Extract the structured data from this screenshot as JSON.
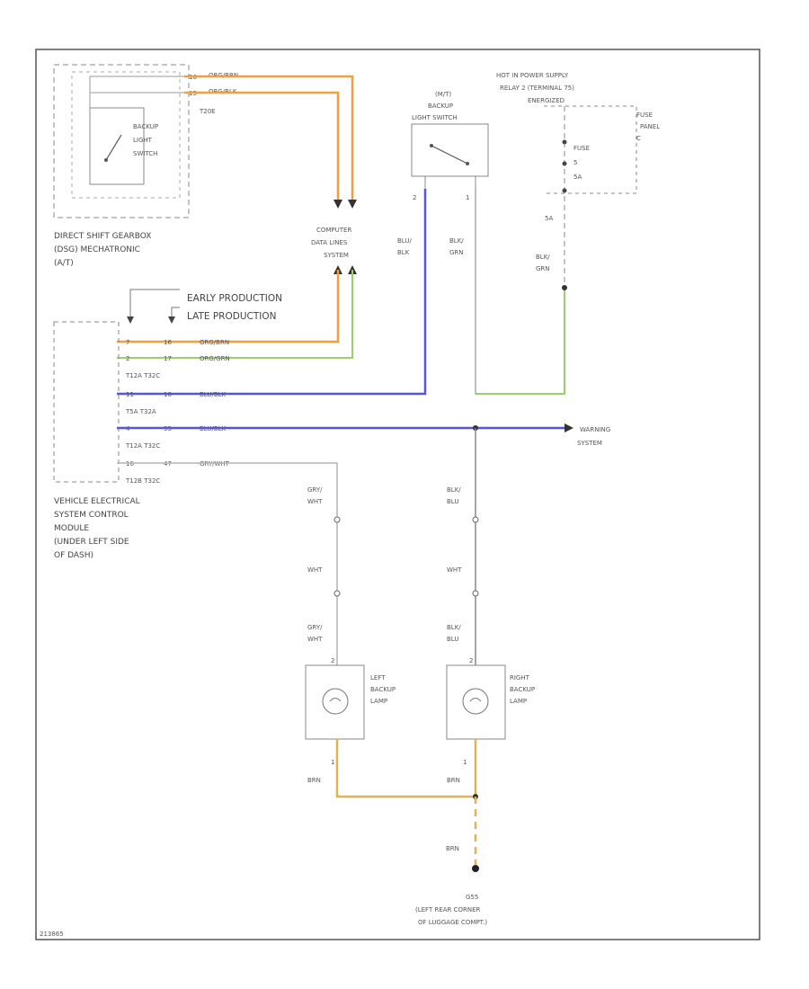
{
  "diagram_id": "213865",
  "colors": {
    "orange": "#f0a040",
    "green": "#9ccf6c",
    "blue": "#5555dd",
    "tan": "#dcb45a",
    "gray": "#b4b4b4"
  },
  "components": {
    "dsg": {
      "lines": [
        "DIRECT SHIFT GEARBOX",
        "(DSG) MECHATRONIC",
        "(A/T)"
      ]
    },
    "backup_switch": {
      "lines": [
        "BACKUP",
        "LIGHT",
        "SWITCH"
      ]
    },
    "t20e": "T20E",
    "dsg_pins": [
      "16",
      "15"
    ],
    "dsg_wires": [
      "ORG/BRN",
      "ORG/BLK"
    ],
    "computer_lines": [
      "COMPUTER",
      "DATA LINES",
      "SYSTEM"
    ],
    "mt_switch": {
      "lines": [
        "(M/T)",
        "BACKUP",
        "LIGHT SWITCH"
      ],
      "pins": [
        "2",
        "1"
      ]
    },
    "hot": {
      "lines": [
        "HOT IN POWER SUPPLY",
        "RELAY 2 (TERMINAL 75)",
        "ENERGIZED"
      ]
    },
    "fuse_panel": [
      "FUSE",
      "PANEL",
      "C"
    ],
    "fuse": [
      "FUSE",
      "5",
      "5A"
    ],
    "fuse_pin": "5A",
    "wire_blu_blk": [
      "BLU/",
      "BLK"
    ],
    "wire_blk_grn": [
      "BLK/",
      "GRN"
    ],
    "wire_blk_grn_2": [
      "BLK/",
      "GRN"
    ],
    "production": [
      "EARLY PRODUCTION",
      "LATE PRODUCTION"
    ],
    "vesc": {
      "lines": [
        "VEHICLE ELECTRICAL",
        "SYSTEM CONTROL",
        "MODULE",
        "(UNDER LEFT SIDE",
        "OF DASH)"
      ]
    },
    "vesc_rows": [
      {
        "pin": "7",
        "pin2": "16",
        "wire": "ORG/BRN"
      },
      {
        "pin": "2",
        "pin2": "17",
        "wire": "ORG/GRN"
      },
      {
        "pin": "11",
        "pin2": "18",
        "wire": "BLU/BLK"
      },
      {
        "pin": "4",
        "pin2": "33",
        "wire": "BLU/BLK"
      },
      {
        "pin": "16",
        "pin2": "47",
        "wire": "GRY/WHT"
      }
    ],
    "connectors": [
      "T12A  T32C",
      "T5A   T32A",
      "T12A  T32C",
      "T12B  T32C"
    ],
    "warning": [
      "WARNING",
      "SYSTEM"
    ],
    "wire_gry_wht": [
      "GRY/",
      "WHT"
    ],
    "wire_blk_blu": [
      "BLK/",
      "BLU"
    ],
    "wht": "WHT",
    "left_lamp": [
      "LEFT",
      "BACKUP",
      "LAMP"
    ],
    "right_lamp": [
      "RIGHT",
      "BACKUP",
      "LAMP"
    ],
    "lamp_pin_top": "2",
    "lamp_pin_bottom": "1",
    "brn": "BRN",
    "ground": [
      "G55",
      "(LEFT REAR CORNER",
      "OF LUGGAGE COMPT.)"
    ]
  }
}
